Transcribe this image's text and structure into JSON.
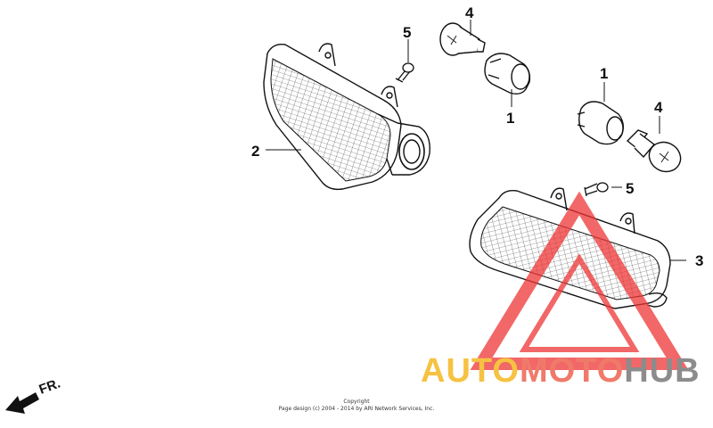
{
  "callouts": {
    "c1a": "1",
    "c1b": "1",
    "c2": "2",
    "c3": "3",
    "c4a": "4",
    "c4b": "4",
    "c5a": "5",
    "c5b": "5"
  },
  "direction_label": "FR.",
  "copyright": {
    "line1": "Copyright",
    "line2": "Page design (c) 2004 - 2014 by ARI Network Services, Inc."
  },
  "watermark": {
    "part1": "AUTO",
    "part2": "MOTO",
    "part3": "HUB",
    "colors": {
      "part1": "#f5c242",
      "part2": "#f07a6a",
      "part3": "#8c8c8c",
      "triangle": "#ee3535"
    }
  }
}
